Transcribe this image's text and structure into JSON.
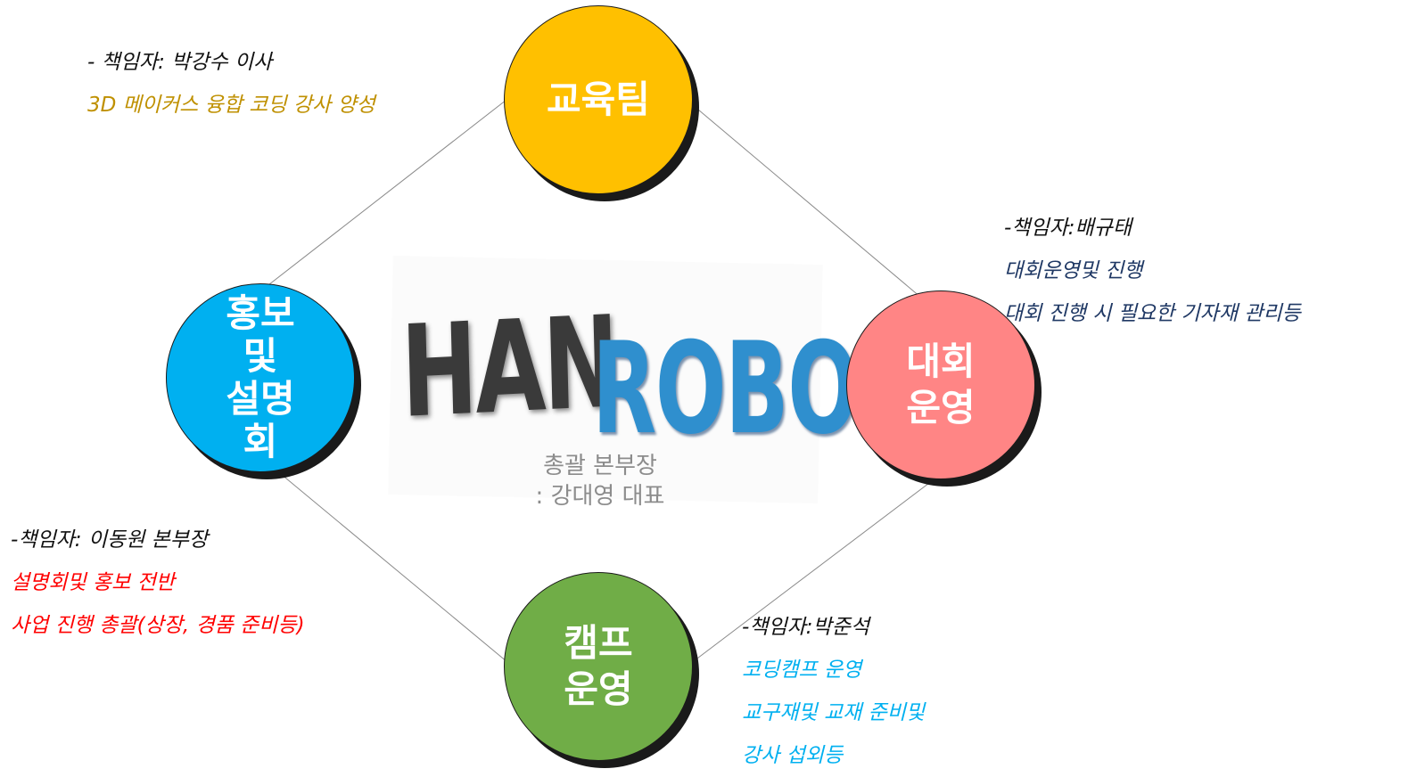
{
  "colors": {
    "edu": "#FFC000",
    "promo": "#00B0F0",
    "contest": "#FF8585",
    "camp": "#70AD47",
    "connector": "#8a8a8a",
    "note_black": "#111111",
    "note_gold": "#BF9000",
    "note_navy": "#1F3864",
    "note_red": "#FF0000",
    "note_sky": "#00B0F0",
    "logo_han": "#3a3a3a",
    "logo_robo": "#2f8fce"
  },
  "nodes": {
    "edu": {
      "label": "교육팀"
    },
    "promo": {
      "label": "홍보\n및\n설명\n회"
    },
    "contest": {
      "label": "대회\n운영"
    },
    "camp": {
      "label": "캠프\n운영"
    }
  },
  "logo": {
    "part1": "HAN",
    "part2": "ROBO"
  },
  "center_caption": "총괄 본부장\n: 강대영  대표",
  "notes": {
    "edu": [
      "- 책임자: 박강수 이사",
      "3D  메이커스 융합 코딩 강사 양성"
    ],
    "contest": [
      "-책임자:배규태",
      "대회운영및 진행",
      "대회 진행  시 필요한 기자재 관리등"
    ],
    "promo": [
      "-책임자: 이동원 본부장",
      "설명회및  홍보 전반",
      "사업  진행 총괄(상장, 경품 준비등)"
    ],
    "camp": [
      "-책임자:박준석",
      "코딩캠프 운영",
      "교구재및 교재  준비및",
      "강사 섭외등"
    ]
  }
}
